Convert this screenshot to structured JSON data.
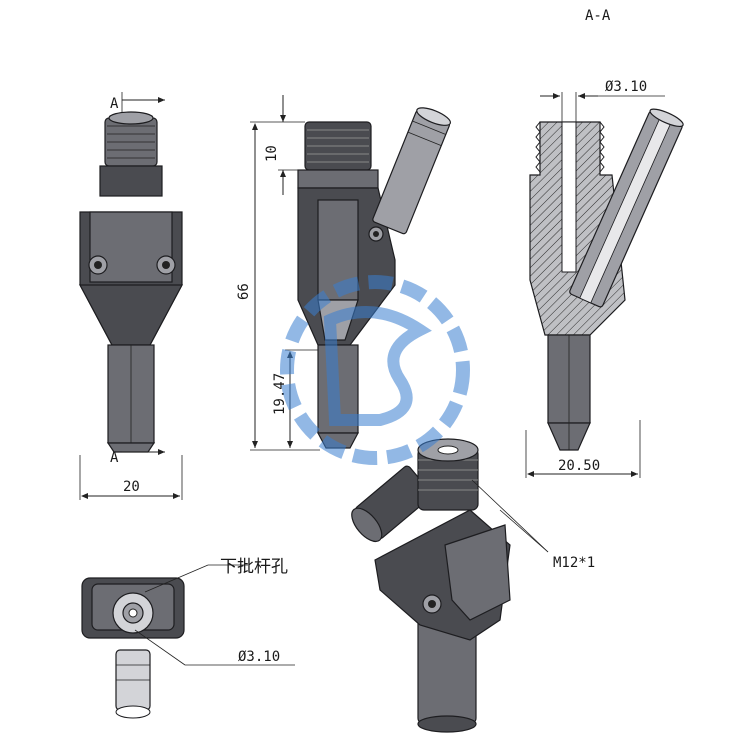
{
  "section_title": "A-A",
  "section_marks": {
    "top": "A",
    "bottom": "A"
  },
  "dimensions": {
    "front_width": "20",
    "side_total": "66",
    "side_thread_len": "10",
    "side_tip_len": "19.47",
    "section_bore": "Ø3.10",
    "section_width": "20.50",
    "bottom_bore": "Ø3.10",
    "thread_spec": "M12*1"
  },
  "labels": {
    "lower_hole": "下批杆孔"
  },
  "watermark": {
    "accent": "#3a7fd0"
  }
}
